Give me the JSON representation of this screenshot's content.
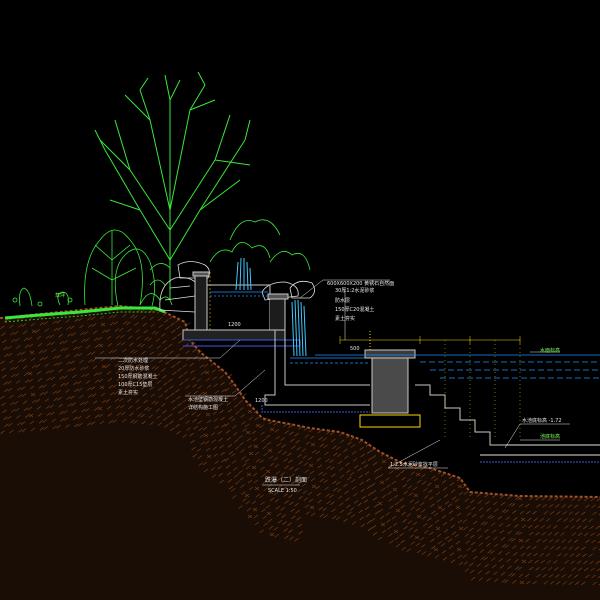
{
  "drawing": {
    "title": "跌瀑（二）剖面",
    "scale": "SCALE 1:50"
  },
  "labels": {
    "stone_spec": "600X600X200 黄锈石自然面",
    "lawn": "草坪",
    "note_top": "30厚1:2水泥砂浆",
    "note_a": "防水层",
    "note_b": "150厚C20混凝土",
    "note_c": "素土夯实",
    "left_note_1": "二次防水处理",
    "left_note_2": "20厚防水砂浆",
    "left_note_3": "150厚钢筋混凝土",
    "left_note_4": "100厚C15垫层",
    "left_note_5": "素土夯实",
    "side_note_1": "水池壁钢筋混凝土",
    "side_note_2": "详结构施工图",
    "water_level": "水面标高",
    "pool_bottom": "水池底标高 -1.72",
    "bottom_elev": "池底标高",
    "foundation_note": "1:2.5水泥砂浆找平层",
    "dim_1": "1200",
    "dim_2": "1200",
    "dim_3": "500"
  },
  "colors": {
    "background": "#000000",
    "vegetation": "#39e83a",
    "soil": "#a0522d",
    "concrete": "#c8c8c8",
    "water": "#1e90ff",
    "waterfall": "#3fc8ff",
    "annotation": "#e8e8e8",
    "dimension": "#ffd700",
    "rubble": "#3b5bd8"
  }
}
